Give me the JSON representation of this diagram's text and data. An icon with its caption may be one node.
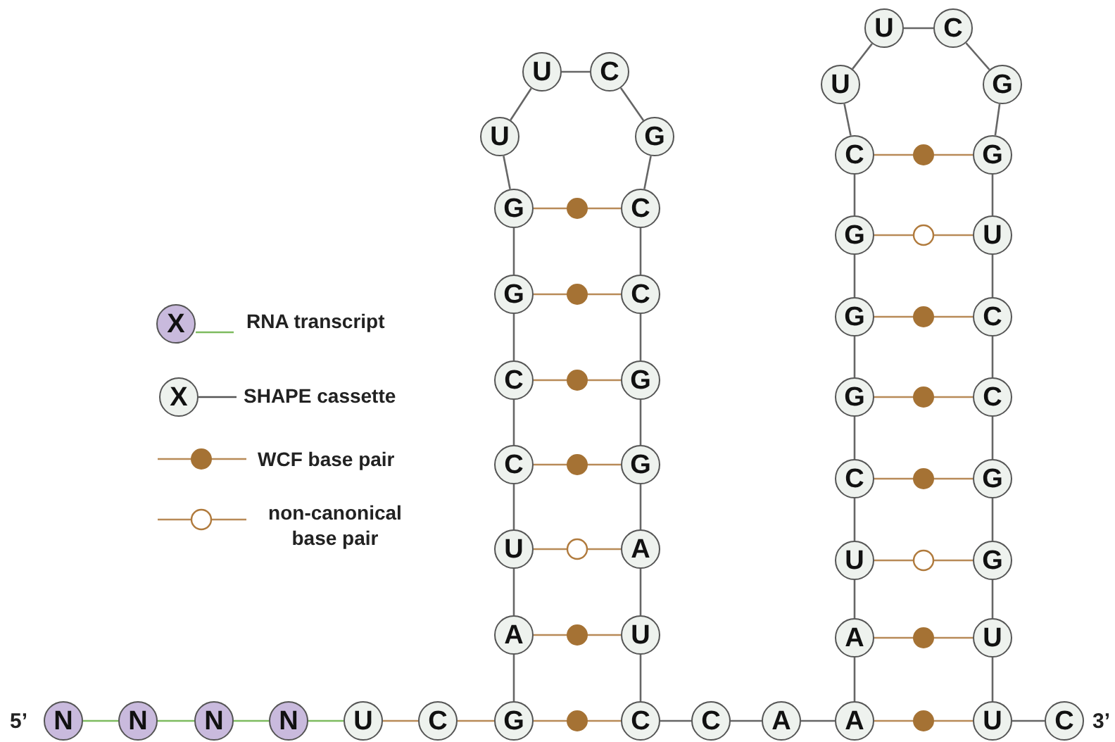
{
  "diagram": {
    "nodes": [
      {
        "text": [
          "N"
        ],
        "beside": [
          "5’"
        ]
      },
      {
        "text": [
          "N"
        ]
      },
      {
        "text": [
          "N"
        ]
      },
      {
        "text": [
          "N"
        ]
      },
      {
        "text": [
          "U"
        ]
      },
      {
        "text": [
          "C"
        ]
      },
      {
        "text": [
          "G"
        ]
      },
      {
        "text": [
          "A"
        ]
      },
      {
        "text": [
          "U"
        ]
      },
      {
        "text": [
          "C"
        ]
      },
      {
        "text": [
          "C"
        ]
      },
      {
        "text": [
          "G"
        ]
      },
      {
        "text": [
          "G"
        ]
      },
      {
        "text": [
          "U"
        ]
      },
      {
        "text": [
          "U"
        ]
      },
      {
        "text": [
          "C"
        ]
      },
      {
        "text": [
          "G"
        ]
      },
      {
        "text": [
          "C"
        ]
      },
      {
        "text": [
          "C"
        ]
      },
      {
        "text": [
          "G"
        ]
      },
      {
        "text": [
          "G"
        ]
      },
      {
        "text": [
          "A"
        ]
      },
      {
        "text": [
          "U"
        ]
      },
      {
        "text": [
          "C"
        ]
      },
      {
        "text": [
          "C"
        ]
      },
      {
        "text": [
          "A"
        ]
      },
      {
        "text": [
          "A"
        ]
      },
      {
        "text": [
          "A"
        ]
      },
      {
        "text": [
          "U"
        ]
      },
      {
        "text": [
          "C"
        ]
      },
      {
        "text": [
          "G"
        ]
      },
      {
        "text": [
          "G"
        ]
      },
      {
        "text": [
          "G"
        ]
      },
      {
        "text": [
          "C"
        ]
      },
      {
        "text": [
          "U"
        ]
      },
      {
        "text": [
          "U"
        ]
      },
      {
        "text": [
          "C"
        ]
      },
      {
        "text": [
          "G"
        ]
      },
      {
        "text": [
          "G"
        ]
      },
      {
        "text": [
          "U"
        ]
      },
      {
        "text": [
          "C"
        ]
      },
      {
        "text": [
          "C"
        ]
      },
      {
        "text": [
          "G"
        ]
      },
      {
        "text": [
          "G"
        ]
      },
      {
        "text": [
          "U"
        ]
      },
      {
        "text": [
          "U"
        ]
      },
      {
        "text": [
          "C"
        ],
        "beside": [
          "3’"
        ]
      }
    ],
    "edges": [
      {
        "from": 0,
        "to": 1,
        "arrow": "none",
        "color": "#7dbb5f"
      },
      {
        "from": 1,
        "to": 2,
        "arrow": "none",
        "color": "#7dbb5f"
      },
      {
        "from": 2,
        "to": 3,
        "arrow": "none",
        "color": "#7dbb5f"
      },
      {
        "from": 3,
        "to": 4,
        "arrow": "none",
        "color": "#7dbb5f"
      },
      {
        "from": 4,
        "to": 5,
        "arrow": "none",
        "color": "#b88a57"
      },
      {
        "from": 5,
        "to": 6,
        "arrow": "none",
        "color": "#b88a57"
      },
      {
        "from": 6,
        "to": 7,
        "arrow": "none"
      },
      {
        "from": 7,
        "to": 8,
        "arrow": "none"
      },
      {
        "from": 8,
        "to": 9,
        "arrow": "none"
      },
      {
        "from": 9,
        "to": 10,
        "arrow": "none"
      },
      {
        "from": 10,
        "to": 11,
        "arrow": "none"
      },
      {
        "from": 11,
        "to": 12,
        "arrow": "none"
      },
      {
        "from": 12,
        "to": 13,
        "arrow": "none"
      },
      {
        "from": 13,
        "to": 14,
        "arrow": "none"
      },
      {
        "from": 14,
        "to": 15,
        "arrow": "none"
      },
      {
        "from": 15,
        "to": 16,
        "arrow": "none"
      },
      {
        "from": 16,
        "to": 17,
        "arrow": "none"
      },
      {
        "from": 17,
        "to": 18,
        "arrow": "none"
      },
      {
        "from": 18,
        "to": 19,
        "arrow": "none"
      },
      {
        "from": 19,
        "to": 20,
        "arrow": "none"
      },
      {
        "from": 20,
        "to": 21,
        "arrow": "none"
      },
      {
        "from": 21,
        "to": 22,
        "arrow": "none"
      },
      {
        "from": 22,
        "to": 23,
        "arrow": "none"
      },
      {
        "from": 23,
        "to": 24,
        "arrow": "none"
      },
      {
        "from": 24,
        "to": 25,
        "arrow": "none"
      },
      {
        "from": 25,
        "to": 26,
        "arrow": "none"
      },
      {
        "from": 26,
        "to": 27,
        "arrow": "none"
      },
      {
        "from": 27,
        "to": 28,
        "arrow": "none"
      },
      {
        "from": 28,
        "to": 29,
        "arrow": "none"
      },
      {
        "from": 29,
        "to": 30,
        "arrow": "none"
      },
      {
        "from": 30,
        "to": 31,
        "arrow": "none"
      },
      {
        "from": 31,
        "to": 32,
        "arrow": "none"
      },
      {
        "from": 32,
        "to": 33,
        "arrow": "none"
      },
      {
        "from": 33,
        "to": 34,
        "arrow": "none"
      },
      {
        "from": 34,
        "to": 35,
        "arrow": "none"
      },
      {
        "from": 35,
        "to": 36,
        "arrow": "none"
      },
      {
        "from": 36,
        "to": 37,
        "arrow": "none"
      },
      {
        "from": 37,
        "to": 38,
        "arrow": "none"
      },
      {
        "from": 38,
        "to": 39,
        "arrow": "none"
      },
      {
        "from": 39,
        "to": 40,
        "arrow": "none"
      },
      {
        "from": 40,
        "to": 41,
        "arrow": "none"
      },
      {
        "from": 41,
        "to": 42,
        "arrow": "none"
      },
      {
        "from": 42,
        "to": 43,
        "arrow": "none"
      },
      {
        "from": 43,
        "to": 44,
        "arrow": "none"
      },
      {
        "from": 44,
        "to": 45,
        "arrow": "none"
      },
      {
        "from": 45,
        "to": 46,
        "arrow": "none"
      },
      {
        "from": 6,
        "to": 23,
        "arrow": "none",
        "color": "#b88a57"
      },
      {
        "from": 7,
        "to": 22,
        "arrow": "none",
        "color": "#b88a57"
      },
      {
        "from": 8,
        "to": 21,
        "arrow": "none",
        "color": "#b88a57"
      },
      {
        "from": 9,
        "to": 20,
        "arrow": "none",
        "color": "#b88a57"
      },
      {
        "from": 10,
        "to": 19,
        "arrow": "none",
        "color": "#b88a57"
      },
      {
        "from": 11,
        "to": 18,
        "arrow": "none",
        "color": "#b88a57"
      },
      {
        "from": 12,
        "to": 17,
        "arrow": "none",
        "color": "#b88a57"
      },
      {
        "from": 26,
        "to": 45,
        "arrow": "none",
        "color": "#b88a57"
      },
      {
        "from": 27,
        "to": 44,
        "arrow": "none",
        "color": "#b88a57"
      },
      {
        "from": 28,
        "to": 43,
        "arrow": "none",
        "color": "#b88a57"
      },
      {
        "from": 29,
        "to": 42,
        "arrow": "none",
        "color": "#b88a57"
      },
      {
        "from": 30,
        "to": 41,
        "arrow": "none",
        "color": "#b88a57"
      },
      {
        "from": 31,
        "to": 40,
        "arrow": "none",
        "color": "#b88a57"
      },
      {
        "from": 32,
        "to": 39,
        "arrow": "none",
        "color": "#b88a57"
      },
      {
        "from": 33,
        "to": 38,
        "arrow": "none",
        "color": "#b88a57"
      }
    ],
    "labels": [
      "X",
      "X"
    ],
    "legend": [
      {
        "text": "RNA transcript"
      },
      {
        "text": "SHAPE cassette"
      },
      {
        "text": "WCF base pair"
      },
      {
        "text": "non-canonical base pair"
      }
    ]
  }
}
